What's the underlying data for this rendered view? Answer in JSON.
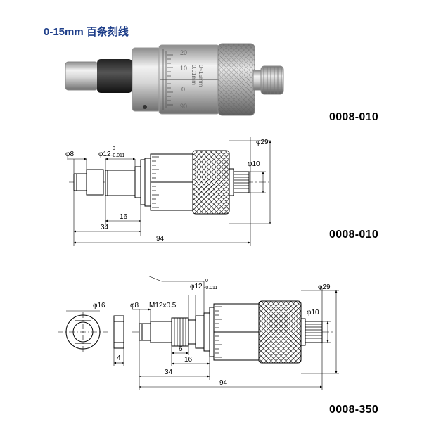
{
  "title": "0-15mm 百条刻线",
  "photo": {
    "scale_numbers": [
      "20",
      "10",
      "0",
      "90"
    ],
    "sleeve_label_1": "0~15mm",
    "sleeve_label_2": "0.01mm"
  },
  "drawing1": {
    "code": "0008-010",
    "d_phi8": "φ8",
    "d_phi12": "φ12",
    "d_phi12_upper": "0",
    "d_phi12_lower": "-0.011",
    "d_phi29": "φ29",
    "d_phi10": "φ10",
    "d_16": "16",
    "d_34": "34",
    "d_94": "94"
  },
  "drawing2": {
    "code": "0008-010",
    "d_phi16": "φ16",
    "d_phi8": "φ8",
    "d_m12": "M12x0.5",
    "d_phi12": "φ12",
    "d_phi12_upper": "0",
    "d_phi12_lower": "-0.011",
    "d_phi29": "φ29",
    "d_phi10": "φ10",
    "d_4": "4",
    "d_6": "6",
    "d_16": "16",
    "d_34": "34",
    "d_94": "94",
    "code_bottom": "0008-350"
  }
}
